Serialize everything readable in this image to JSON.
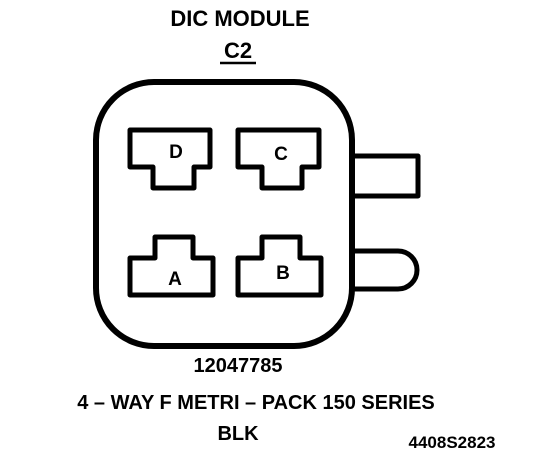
{
  "title": "DIC MODULE",
  "connector_id": "C2",
  "pins": [
    {
      "label": "D"
    },
    {
      "label": "C"
    },
    {
      "label": "A"
    },
    {
      "label": "B"
    }
  ],
  "part_number": "12047785",
  "description": "4 – WAY F METRI – PACK 150 SERIES",
  "color_code": "BLK",
  "figure_code": "4408S2823",
  "colors": {
    "ink": "#000000",
    "background": "#ffffff"
  }
}
